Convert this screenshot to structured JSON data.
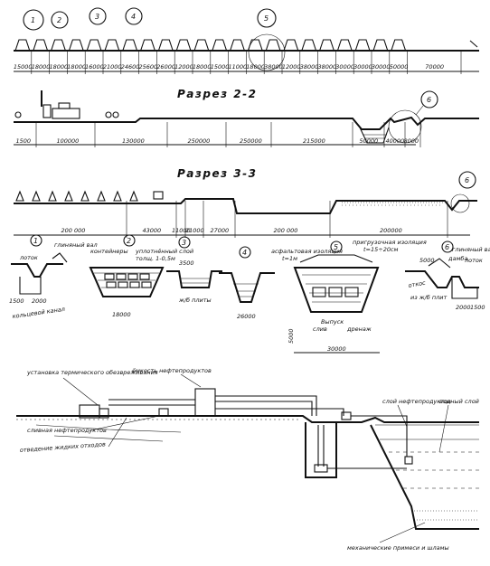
{
  "section1": {
    "markers": [
      "1",
      "2",
      "3",
      "4",
      "5"
    ],
    "dims": [
      "15000",
      "18000",
      "18000",
      "18000",
      "16000",
      "21000",
      "24600",
      "25600",
      "26000",
      "12000",
      "18000",
      "15000",
      "11000",
      "18000",
      "38000",
      "12000",
      "38000",
      "38000",
      "30000",
      "30000",
      "30000",
      "50000",
      "70000"
    ]
  },
  "section2": {
    "title": "Разрез 2-2",
    "marker": "6",
    "dims": [
      "1500",
      "100000",
      "130000",
      "250000",
      "250000",
      "215000",
      "50000",
      "40000",
      "8000"
    ]
  },
  "section3": {
    "title": "Разрез 3-3",
    "marker": "6",
    "dims": [
      "200 000",
      "43000",
      "11000",
      "21000",
      "27000",
      "200 000",
      "200000"
    ]
  },
  "details": {
    "markers": [
      "1",
      "2",
      "3",
      "4",
      "5",
      "6"
    ],
    "labels": {
      "d1_tray": "лоток",
      "d1_collector": "кольцевой канал",
      "d1_shaft": "глиняный вал",
      "d2_containers": "контейнеры",
      "d2_layer": "уплотнённый слой",
      "d2_thickness": "толщ. 1-0,5м",
      "d2_depth": "3500",
      "d2_width": "18000",
      "d3_slabs": "ж/б плиты",
      "d4_width": "26000",
      "d5_insulation": "асфальтовая изоляция",
      "d5_t": "t=1м",
      "d5_protection": "пригрузочная изоляция",
      "d5_t2": "t=15÷20см",
      "d5_outlet": "Выпуск",
      "d5_water": "слив",
      "d5_drain": "дренаж",
      "d5_h": "5000",
      "d5_width": "30000",
      "d6_shaft": "глиняный вал",
      "d6_tray": "лоток",
      "d6_slope": "откос",
      "d6_dam": "дамба",
      "d6_slabs": "из ж/б плит",
      "d6_dim_a": "5000",
      "d6_dim_b": "2000",
      "d6_dim_c": "1500"
    }
  },
  "scheme": {
    "tech_neutral": "установка термического обезвреживания",
    "collector": "ёмкость нефтепродуктов",
    "discharge": "сливная нефтепродуктов",
    "waste_line": "отведение жидких отходов",
    "oil_layer": "слой нефтепродуктов",
    "water_layer": "водный слой",
    "sediment": "механические примеси и шламы"
  }
}
